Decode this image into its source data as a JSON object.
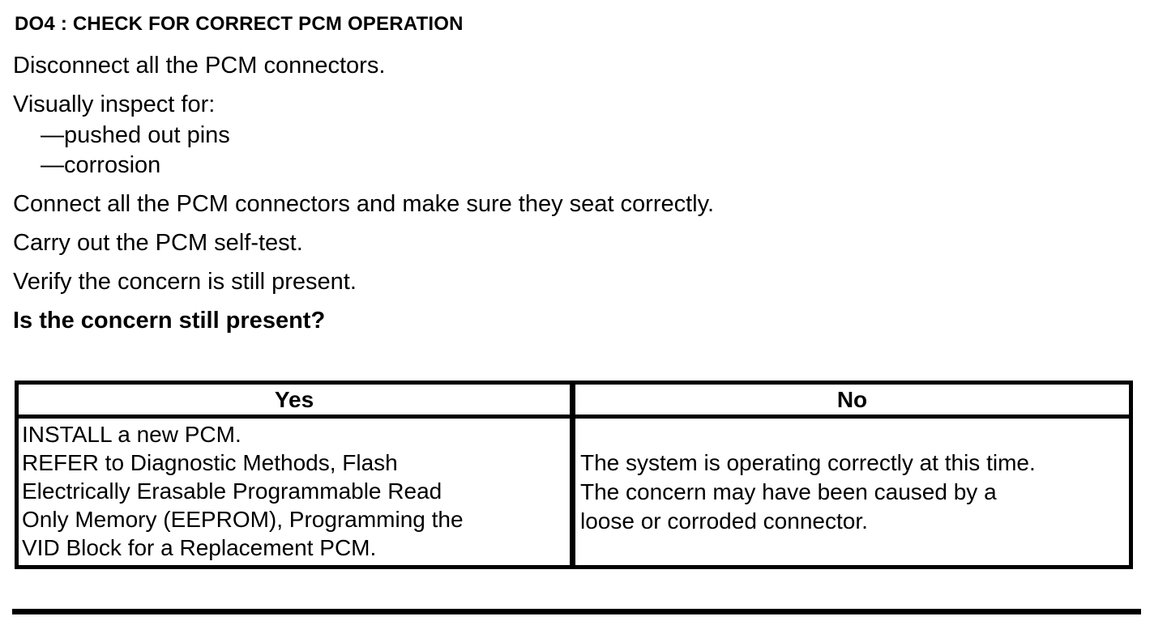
{
  "colors": {
    "text": "#000000",
    "background": "#ffffff",
    "border": "#000000"
  },
  "procedure": {
    "title": "DO4 : CHECK FOR CORRECT PCM OPERATION",
    "steps": [
      "Disconnect all the PCM connectors.",
      "Visually inspect for:",
      "Connect all the PCM connectors and make sure they seat correctly.",
      "Carry out the PCM self-test.",
      "Verify the concern is still present."
    ],
    "inspect_items": [
      "—pushed out pins",
      "—corrosion"
    ],
    "question": "Is the concern still present?"
  },
  "results_table": {
    "headers": {
      "yes": "Yes",
      "no": "No"
    },
    "yes_lines": [
      "INSTALL a new PCM.",
      "REFER to Diagnostic Methods, Flash",
      "Electrically Erasable Programmable Read",
      "Only Memory (EEPROM), Programming the",
      "VID Block for a Replacement PCM."
    ],
    "no_lines": [
      "The system is operating correctly at this time.",
      "The concern may have been caused by a",
      "loose or corroded connector."
    ]
  }
}
